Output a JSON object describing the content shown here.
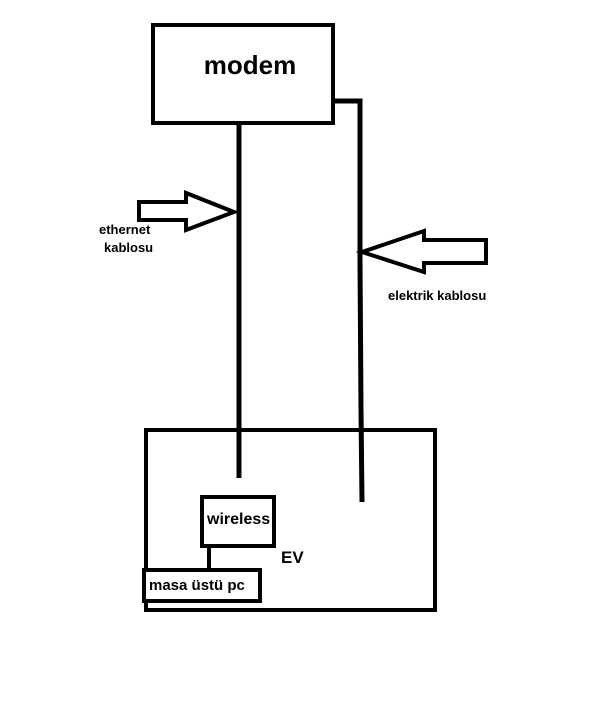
{
  "diagram": {
    "modem_label": "modem",
    "ethernet_label_line1": "ethernet",
    "ethernet_label_line2": "kablosu",
    "elektrik_label": "elektrik kablosu",
    "wireless_label": "wireless",
    "ev_label": "EV",
    "pc_label": "masa üstü pc"
  },
  "colors": {
    "stroke": "#000000",
    "background": "#ffffff"
  }
}
